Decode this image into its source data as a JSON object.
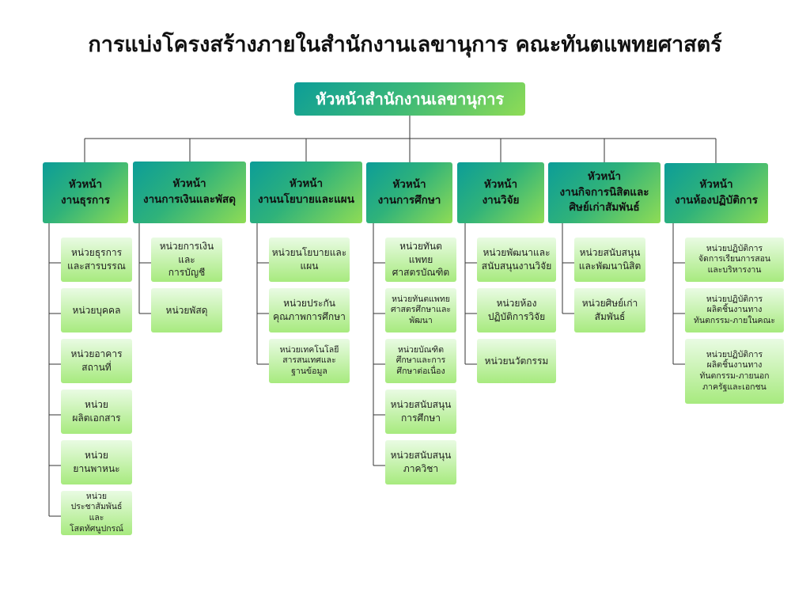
{
  "title": "การแบ่งโครงสร้างภายในสำนักงานเลขานุการ คณะทันตแพทยศาสตร์",
  "head": "หัวหน้าสำนักงานเลขานุการ",
  "departments": [
    {
      "label": "หัวหน้า\nงานธุรการ",
      "units": [
        "หน่วยธุรการ\nและสารบรรณ",
        "หน่วยบุคคล",
        "หน่วยอาคาร\nสถานที่",
        "หน่วย\nผลิตเอกสาร",
        "หน่วย\nยานพาหนะ",
        "หน่วย\nประชาสัมพันธ์ และ\nโสตทัศนูปกรณ์"
      ]
    },
    {
      "label": "หัวหน้า\nงานการเงินและพัสดุ",
      "units": [
        "หน่วยการเงิน\nและ\nการบัญชี",
        "หน่วยพัสดุ"
      ]
    },
    {
      "label": "หัวหน้า\nงานนโยบายและแผน",
      "units": [
        "หน่วยนโยบายและ\nแผน",
        "หน่วยประกัน\nคุณภาพการศึกษา",
        "หน่วยเทคโนโลยี\nสารสนเทศและ\nฐานข้อมูล"
      ]
    },
    {
      "label": "หัวหน้า\nงานการศึกษา",
      "units": [
        "หน่วยทันตแพทย\nศาสตรบัณฑิต",
        "หน่วยทันตแพทย\nศาสตรศึกษาและ\nพัฒนา",
        "หน่วยบัณฑิต\nศึกษาและการ\nศึกษาต่อเนื่อง",
        "หน่วยสนับสนุน\nการศึกษา",
        "หน่วยสนับสนุน\nภาควิชา"
      ]
    },
    {
      "label": "หัวหน้า\nงานวิจัย",
      "units": [
        "หน่วยพัฒนาและ\nสนับสนุนงานวิจัย",
        "หน่วยห้อง\nปฏิบัติการวิจัย",
        "หน่วยนวัตกรรม"
      ]
    },
    {
      "label": "หัวหน้า\nงานกิจการนิสิตและ\nศิษย์เก่าสัมพันธ์",
      "units": [
        "หน่วยสนับสนุน\nและพัฒนานิสิต",
        "หน่วยศิษย์เก่า\nสัมพันธ์"
      ]
    },
    {
      "label": "หัวหน้า\nงานห้องปฏิบัติการ",
      "units": [
        "หน่วยปฏิบัติการ\nจัดการเรียนการสอน\nและบริหารงาน",
        "หน่วยปฏิบัติการ\nผลิตชิ้นงานทาง\nทันตกรรม-ภายในคณะ",
        "หน่วยปฏิบัติการ\nผลิตชิ้นงานทาง\nทันตกรรม-ภายนอก\nภาครัฐและเอกชน"
      ]
    }
  ]
}
